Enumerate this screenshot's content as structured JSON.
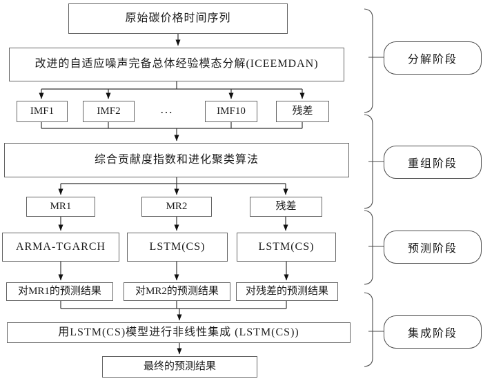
{
  "diagram": {
    "type": "flowchart",
    "nodes": {
      "source": {
        "label": "原始碳价格时间序列"
      },
      "decomposition": {
        "label": "改进的自适应噪声完备总体经验模态分解(ICEEMDAN)"
      },
      "imf1": {
        "label": "IMF1"
      },
      "imf2": {
        "label": "IMF2"
      },
      "imf_ellipsis": {
        "label": "..."
      },
      "imf10": {
        "label": "IMF10"
      },
      "imf_residual": {
        "label": "残差"
      },
      "recombination": {
        "label": "综合贡献度指数和进化聚类算法"
      },
      "mr1": {
        "label": "MR1"
      },
      "mr2": {
        "label": "MR2"
      },
      "mr_residual": {
        "label": "残差"
      },
      "predictor_mr1": {
        "label": "ARMA-TGARCH"
      },
      "predictor_mr2": {
        "label": "LSTM(CS)"
      },
      "predictor_residual": {
        "label": "LSTM(CS)"
      },
      "forecast_mr1": {
        "label": "对MR1的预测结果"
      },
      "forecast_mr2": {
        "label": "对MR2的预测结果"
      },
      "forecast_residual": {
        "label": "对残差的预测结果"
      },
      "ensemble": {
        "label": "用LSTM(CS)模型进行非线性集成 (LSTM(CS))"
      },
      "final": {
        "label": "最终的预测结果"
      }
    },
    "stages": [
      {
        "label": "分解阶段"
      },
      {
        "label": "重组阶段"
      },
      {
        "label": "预测阶段"
      },
      {
        "label": "集成阶段"
      }
    ],
    "colors": {
      "background": "#ffffff",
      "box_border": "#636363",
      "connector_line": "#333333",
      "arrowhead": "#111111",
      "brace": "#4a4a4a",
      "text": "#1a1a1a"
    }
  }
}
